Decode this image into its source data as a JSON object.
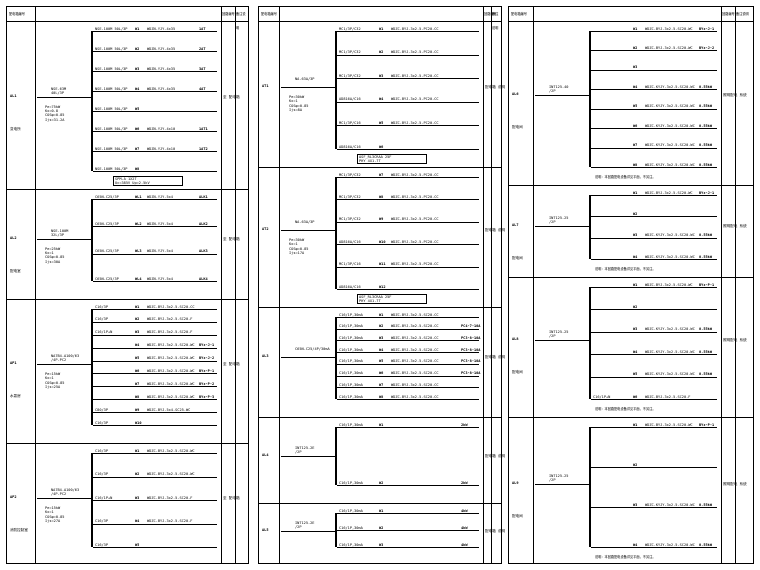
{
  "headers": {
    "col1": "配电箱编号",
    "col2": "回路编号",
    "col3": "备注说明"
  },
  "sheets": [
    {
      "panels": [
        {
          "id": "AL1",
          "main": [
            "NSE-63M",
            "40L/3P"
          ],
          "params": [
            "Pe=75kW",
            "Kx=0.8",
            "COSφ=0.85",
            "Ijs=31.2A"
          ],
          "location": "变电所",
          "remark": "至 配电箱",
          "circuits": [
            {
              "brk": "NSE-100M 50L/3P",
              "cable": "WDZN-YJY-4x35",
              "id": "W1",
              "load": "1AT"
            },
            {
              "brk": "NSE-100M 50L/3P",
              "cable": "WDZN-YJY-4x35",
              "id": "W2",
              "load": "2AT"
            },
            {
              "brk": "NSE-100M 50L/3P",
              "cable": "WDZN-YJY-4x35",
              "id": "W3",
              "load": "3AT"
            },
            {
              "brk": "NSE-100M 50L/3P",
              "cable": "WDZN-YJY-4x35",
              "id": "W4",
              "load": "4AT"
            },
            {
              "brk": "NSE-100M 50L/3P",
              "cable": "",
              "id": "W5",
              "load": ""
            },
            {
              "brk": "NSE-100M 50L/3P",
              "cable": "WDZN-YJY-4x10",
              "id": "W6",
              "load": "1AT1"
            },
            {
              "brk": "NSE-100M 50L/3P",
              "cable": "WDZN-YJY-4x10",
              "id": "W7",
              "load": "1AT2"
            },
            {
              "brk": "NSE-100M 50L/3P",
              "cable": "",
              "id": "W8",
              "load": ""
            }
          ],
          "extra": "SPM-A 1X2T",
          "extra2": "Uc=385V Up=2.5kV"
        },
        {
          "id": "AL2",
          "main": [
            "NSE-100M",
            "32L/3P"
          ],
          "params": [
            "Pe=25kW",
            "Kx=1",
            "COSφ=0.85",
            "Ijs=30A"
          ],
          "location": "配电室",
          "remark": "至 配电箱",
          "circuits": [
            {
              "brk": "C65N-C25/3P",
              "cable": "WDZN-YJY-5x4",
              "id": "WL1",
              "load": "ALK1"
            },
            {
              "brk": "C65N-C25/3P",
              "cable": "WDZN-YJY-5x4",
              "id": "WL2",
              "load": "ALK2"
            },
            {
              "brk": "C65N-C25/3P",
              "cable": "WDZN-YJY-5x4",
              "id": "WL3",
              "load": "ALK3"
            },
            {
              "brk": "C65N-C25/3P",
              "cable": "WDZN-YJY-5x4",
              "id": "WL4",
              "load": "ALK4"
            }
          ]
        },
        {
          "id": "AP1",
          "main": [
            "NA7B4-A100/63",
            "/4P-PC2"
          ],
          "params": [
            "Pe=15kW",
            "Kx=1",
            "COSφ=0.85",
            "Ijs=25A"
          ],
          "location": "水泵房",
          "remark": "至 配电箱",
          "circuits": [
            {
              "brk": "C16/3P",
              "cable": "WDZC-BYJ-3x2.5-SC20-CC",
              "id": "W1",
              "load": ""
            },
            {
              "brk": "C16/3P",
              "cable": "WDZC-BYJ-3x2.5-SC20-F",
              "id": "W2",
              "load": ""
            },
            {
              "brk": "C16/1P+N",
              "cable": "WDZC-BYJ-3x2.5-SC20-F",
              "id": "W3",
              "load": ""
            },
            {
              "brk": "",
              "cable": "WDZC-BYJ-3x2.5-SC20-WC",
              "id": "W4",
              "load": "BYz-J-1"
            },
            {
              "brk": "",
              "cable": "WDZC-BYJ-3x2.5-SC20-WC",
              "id": "W5",
              "load": "BYz-J-2"
            },
            {
              "brk": "",
              "cable": "WDZC-BYJ-3x2.5-SC20-WC",
              "id": "W6",
              "load": "BYz-P-1"
            },
            {
              "brk": "",
              "cable": "WDZC-BYJ-3x2.5-SC20-WC",
              "id": "W7",
              "load": "BYz-P-2"
            },
            {
              "brk": "",
              "cable": "WDZC-BYJ-3x2.5-SC20-WC",
              "id": "W8",
              "load": "BYz-P-3"
            },
            {
              "brk": "C80/3P",
              "cable": "WDZC-BYJ-5x4-SC25-WC",
              "id": "W9",
              "load": ""
            },
            {
              "brk": "C16/3P",
              "cable": "",
              "id": "W10",
              "load": ""
            }
          ]
        },
        {
          "id": "AP2",
          "main": [
            "NA7B4-A100/63",
            "/4P-PC2"
          ],
          "params": [
            "Pe=15kW",
            "Kx=1",
            "COSφ=0.85",
            "Ijs=27A"
          ],
          "location": "消防控制室",
          "remark": "至 配电箱",
          "circuits": [
            {
              "brk": "C16/3P",
              "cable": "WDZC-BYJ-3x2.5-SC20-WC",
              "id": "W1",
              "load": ""
            },
            {
              "brk": "C16/3P",
              "cable": "WDZC-BYJ-3x2.5-SC20-WC",
              "id": "W2",
              "load": ""
            },
            {
              "brk": "C16/1P+N",
              "cable": "WDZC-BYJ-3x2.5-SC20-F",
              "id": "W3",
              "load": ""
            },
            {
              "brk": "C16/3P",
              "cable": "WDZC-BYJ-3x2.5-SC20-F",
              "id": "W4",
              "load": ""
            },
            {
              "brk": "C16/3P",
              "cable": "",
              "id": "W5",
              "load": ""
            }
          ]
        }
      ]
    },
    {
      "panels": [
        {
          "id": "AT1",
          "main": [
            "NA-63A/3P",
            ""
          ],
          "params": [
            "Pe=30kW",
            "Kx=1",
            "COSφ=0.85",
            "Ijs=8A"
          ],
          "location": "",
          "remark": "配电箱 说明",
          "circuits": [
            {
              "brk": "MC1/3P/C32",
              "cable": "WDZC-BYJ-3x2.5-PC20-CC",
              "id": "W1",
              "load": ""
            },
            {
              "brk": "MC1/3P/C32",
              "cable": "WDZC-BYJ-3x2.5-PC20-CC",
              "id": "W2",
              "load": ""
            },
            {
              "brk": "MC1/3P/C32",
              "cable": "WDZC-BYJ-3x2.5-PC20-CC",
              "id": "W3",
              "load": ""
            },
            {
              "brk": "AD816A/C16",
              "cable": "WDZC-BYJ-3x2.5-PC20-CC",
              "id": "W4",
              "load": ""
            },
            {
              "brk": "MC1/3P/C16",
              "cable": "WDZC-BYJ-3x2.5-PC20-CC",
              "id": "W5",
              "load": ""
            },
            {
              "brk": "AD816A/C16",
              "cable": "",
              "id": "W6",
              "load": ""
            }
          ],
          "extra": "ASF_RL3CRAA 25F",
          "extra2": "PHY 4X1.7T"
        },
        {
          "id": "AT2",
          "main": [
            "NA-63A/3P",
            ""
          ],
          "params": [
            "Pe=30kW",
            "Kx=1",
            "COSφ=0.85",
            "Ijs=17A"
          ],
          "location": "",
          "remark": "配电箱 说明",
          "circuits": [
            {
              "brk": "MC1/3P/C32",
              "cable": "WDZC-BYJ-3x2.5-PC20-CC",
              "id": "W7",
              "load": ""
            },
            {
              "brk": "MC1/3P/C32",
              "cable": "WDZC-BYJ-3x2.5-PC20-CC",
              "id": "W8",
              "load": ""
            },
            {
              "brk": "MC1/3P/C32",
              "cable": "WDZC-BYJ-3x2.5-PC20-CC",
              "id": "W9",
              "load": ""
            },
            {
              "brk": "AD816A/C16",
              "cable": "WDZC-BYJ-3x2.5-PC20-CC",
              "id": "W10",
              "load": ""
            },
            {
              "brk": "MC1/3P/C16",
              "cable": "WDZC-BYJ-3x2.5-PC20-CC",
              "id": "W11",
              "load": ""
            },
            {
              "brk": "AD816A/C16",
              "cable": "",
              "id": "W12",
              "load": ""
            }
          ],
          "extra": "ASF_RL3CRAA 25F",
          "extra2": "PHY 4X1.7T"
        },
        {
          "id": "AL3",
          "main": [
            "C65N-C25/4P/30mA",
            ""
          ],
          "params": [],
          "location": "",
          "remark": "配电箱 说明",
          "circuits": [
            {
              "brk": "C16/1P,30mA",
              "cable": "WDZC-BYJ-3x2.5-SC20-CC",
              "id": "W1",
              "load": ""
            },
            {
              "brk": "C16/1P,30mA",
              "cable": "WDZC-BYJ-3x2.5-SC20-CC",
              "id": "W2",
              "load": "PC4-7-10A"
            },
            {
              "brk": "C16/1P,30mA",
              "cable": "WDZC-BYJ-3x2.5-SC20-CC",
              "id": "W3",
              "load": "PC3-8-10A"
            },
            {
              "brk": "C16/1P,30mA",
              "cable": "WDZC-BYJ-3x2.5-SC20-CC",
              "id": "W4",
              "load": "PC3-8-10A"
            },
            {
              "brk": "C16/1P,30mA",
              "cable": "WDZC-BYJ-3x2.5-SC20-CC",
              "id": "W5",
              "load": "PC3-8-10A"
            },
            {
              "brk": "C16/1P,30mA",
              "cable": "WDZC-BYJ-3x2.5-SC20-CC",
              "id": "W6",
              "load": "PC3-8-10A"
            },
            {
              "brk": "C16/1P,30mA",
              "cable": "WDZC-BYJ-3x2.5-SC20-CC",
              "id": "W7",
              "load": ""
            },
            {
              "brk": "C16/1P,30mA",
              "cable": "WDZC-BYJ-3x2.5-SC20-CC",
              "id": "W8",
              "load": ""
            }
          ]
        },
        {
          "id": "AL4",
          "main": [
            "INT125-2E",
            "/2P"
          ],
          "params": [],
          "location": "",
          "remark": "配电箱 说明",
          "circuits": [
            {
              "brk": "C16/1P,30mA",
              "cable": "",
              "id": "W1",
              "load": "2kW"
            },
            {
              "brk": "C16/1P,30mA",
              "cable": "",
              "id": "W2",
              "load": "2kW"
            }
          ]
        },
        {
          "id": "AL5",
          "main": [
            "INT125-2E",
            "/2P"
          ],
          "params": [],
          "location": "",
          "remark": "配电箱 说明",
          "circuits": [
            {
              "brk": "C16/1P,30mA",
              "cable": "",
              "id": "W1",
              "load": "4kW"
            },
            {
              "brk": "C16/1P,30mA",
              "cable": "",
              "id": "W2",
              "load": "4kW"
            },
            {
              "brk": "C16/1P,30mA",
              "cable": "",
              "id": "W3",
              "load": "4kW"
            }
          ]
        }
      ]
    },
    {
      "panels": [
        {
          "id": "AL6",
          "main": [
            "INT125-40",
            "/2P"
          ],
          "params": [],
          "location": "配电间",
          "remark": "照明配电 系统",
          "circuits": [
            {
              "brk": "",
              "cable": "WDZC-BYJ-3x2.5-SC20-WC",
              "id": "W1",
              "load": "BYz-J-1"
            },
            {
              "brk": "",
              "cable": "WDZC-BYJ-3x2.5-SC20-WC",
              "id": "W2",
              "load": "BYz-J-2"
            },
            {
              "brk": "",
              "cable": "",
              "id": "W3",
              "load": ""
            },
            {
              "brk": "",
              "cable": "WDZC-KYJY-3x2.5-SC20-WC",
              "id": "W4",
              "load": "0.55kW"
            },
            {
              "brk": "",
              "cable": "WDZC-KYJY-3x2.5-SC20-WC",
              "id": "W5",
              "load": "0.55kW"
            },
            {
              "brk": "",
              "cable": "WDZC-KYJY-3x2.5-SC20-WC",
              "id": "W6",
              "load": "0.55kW"
            },
            {
              "brk": "",
              "cable": "WDZC-KYJY-3x2.5-SC20-WC",
              "id": "W7",
              "load": "0.55kW"
            },
            {
              "brk": "",
              "cable": "WDZC-KYJY-3x2.5-SC20-WC",
              "id": "W8",
              "load": "0.55kW"
            }
          ],
          "note": "说明：本回路配电设备详见平面，不另注。"
        },
        {
          "id": "AL7",
          "main": [
            "INT125-25",
            "/2P"
          ],
          "params": [],
          "location": "配电间",
          "remark": "照明配电 系统",
          "circuits": [
            {
              "brk": "",
              "cable": "WDZC-BYJ-3x2.5-SC20-WC",
              "id": "W1",
              "load": "BYz-J-1"
            },
            {
              "brk": "",
              "cable": "",
              "id": "W2",
              "load": ""
            },
            {
              "brk": "",
              "cable": "WDZC-KYJY-3x2.5-SC20-WC",
              "id": "W3",
              "load": "0.55kW"
            },
            {
              "brk": "",
              "cable": "WDZC-KYJY-3x2.5-SC20-WC",
              "id": "W4",
              "load": "0.55kW"
            }
          ],
          "note": "说明：本回路配电设备详见平面，不另注。"
        },
        {
          "id": "AL8",
          "main": [
            "INT125-25",
            "/2P"
          ],
          "params": [],
          "location": "配电间",
          "remark": "照明配电 系统",
          "circuits": [
            {
              "brk": "",
              "cable": "WDZC-BYJ-3x2.5-SC20-WC",
              "id": "W1",
              "load": "BYz-P-1"
            },
            {
              "brk": "",
              "cable": "",
              "id": "W2",
              "load": ""
            },
            {
              "brk": "",
              "cable": "WDZC-KYJY-3x2.5-SC20-WC",
              "id": "W3",
              "load": "0.55kW"
            },
            {
              "brk": "",
              "cable": "WDZC-KYJY-3x2.5-SC20-WC",
              "id": "W4",
              "load": "0.55kW"
            },
            {
              "brk": "",
              "cable": "WDZC-KYJY-3x2.5-SC20-WC",
              "id": "W5",
              "load": "0.55kW"
            },
            {
              "brk": "C16/1P+N",
              "cable": "WDZC-BYJ-3x2.5-SC20-F",
              "id": "W6",
              "load": ""
            }
          ],
          "note": "说明：本回路配电设备详见平面，不另注。"
        },
        {
          "id": "AL9",
          "main": [
            "INT125-25",
            "/2P"
          ],
          "params": [],
          "location": "配电间",
          "remark": "照明配电 系统",
          "circuits": [
            {
              "brk": "",
              "cable": "WDZC-BYJ-3x2.5-SC20-WC",
              "id": "W1",
              "load": "BYz-P-1"
            },
            {
              "brk": "",
              "cable": "",
              "id": "W2",
              "load": ""
            },
            {
              "brk": "",
              "cable": "WDZC-KYJY-3x2.5-SC20-WC",
              "id": "W3",
              "load": "0.55kW"
            },
            {
              "brk": "",
              "cable": "WDZC-KYJY-3x2.5-SC20-WC",
              "id": "W4",
              "load": "0.55kW"
            }
          ],
          "note": "说明：本回路配电设备详见平面，不另注。"
        }
      ]
    }
  ]
}
